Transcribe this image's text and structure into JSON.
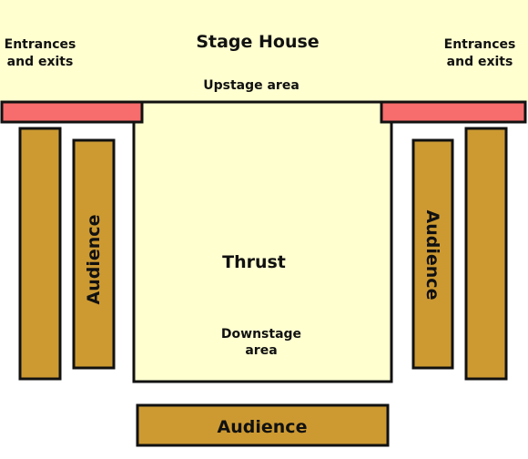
{
  "labels": {
    "stage_house": "Stage House",
    "upstage_area": "Upstage area",
    "entrances_left_line1": "Entrances",
    "entrances_left_line2": "and exits",
    "entrances_right_line1": "Entrances",
    "entrances_right_line2": "and exits",
    "thrust": "Thrust",
    "downstage_line1": "Downstage",
    "downstage_line2": "area",
    "audience_left": "Audience",
    "audience_right": "Audience",
    "audience_bottom": "Audience"
  },
  "colors": {
    "stage": "#ffffd0",
    "curtain": "#f76c6c",
    "seating": "#cd9a32",
    "outline": "#111111"
  }
}
